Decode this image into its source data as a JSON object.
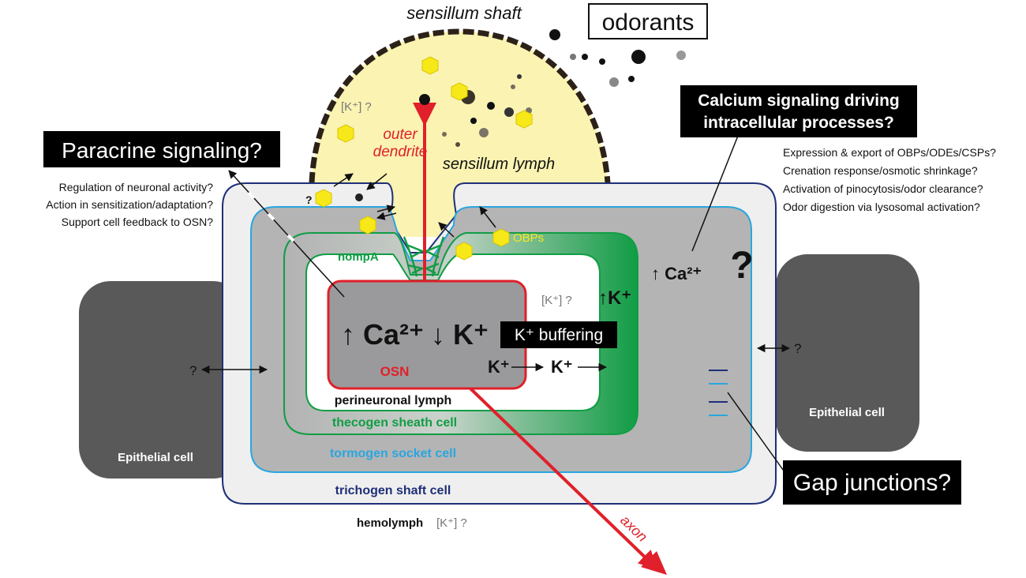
{
  "labels": {
    "sensillum_shaft": "sensillum shaft",
    "odorants": "odorants",
    "k_question_top": "[K⁺] ?",
    "outer_dendrite_1": "outer",
    "outer_dendrite_2": "dendrite",
    "sensillum_lymph": "sensillum lymph",
    "obps": "OBPs",
    "nompa": "nompA",
    "question_small": "?",
    "paracrine": "Paracrine signaling?",
    "paracrine_items": [
      "Regulation of neuronal activity?",
      "Action in sensitization/adaptation?",
      "Support cell feedback to OSN?"
    ],
    "calcium_box_1": "Calcium signaling driving",
    "calcium_box_2": "intracellular processes?",
    "calcium_items": [
      "Expression & export of OBPs/ODEs/CSPs?",
      "Crenation response/osmotic shrinkage?",
      "Activation of pinocytosis/odor clearance?",
      "Odor digestion via lysosomal activation?"
    ],
    "ca_up_outer": "↑ Ca²⁺",
    "big_question": "?",
    "k_question_inner": "[K⁺] ?",
    "k_up": "↑K⁺",
    "ca_up_osn": "↑ Ca²⁺",
    "k_down_osn": "↓ K⁺",
    "k_buffering": "K⁺ buffering",
    "osn": "OSN",
    "k_plus_1": "K⁺",
    "k_plus_2": "K⁺",
    "perineuronal": "perineuronal lymph",
    "thecogen": "thecogen sheath cell",
    "tormogen": "tormogen socket cell",
    "trichogen": "trichogen shaft cell",
    "hemolymph": "hemolymph",
    "k_question_hemo": "[K⁺] ?",
    "axon": "axon",
    "epithelial_left": "Epithelial cell",
    "epithelial_right": "Epithelial cell",
    "left_question": "?",
    "right_question": "?",
    "gap_junctions": "Gap junctions?"
  },
  "colors": {
    "lymph_yellow": "#faf3b2",
    "shaft_dark": "#2b2118",
    "trichogen_outline": "#1f2f78",
    "trichogen_fill": "#efefef",
    "tormogen_outline": "#2aa6df",
    "tormogen_fill": "#b4b4b4",
    "thecogen_green": "#119d45",
    "osn_red": "#e0202a",
    "osn_fill": "#9a9a9c",
    "epithelial": "#595959",
    "obp_yellow": "#f7e81a"
  }
}
